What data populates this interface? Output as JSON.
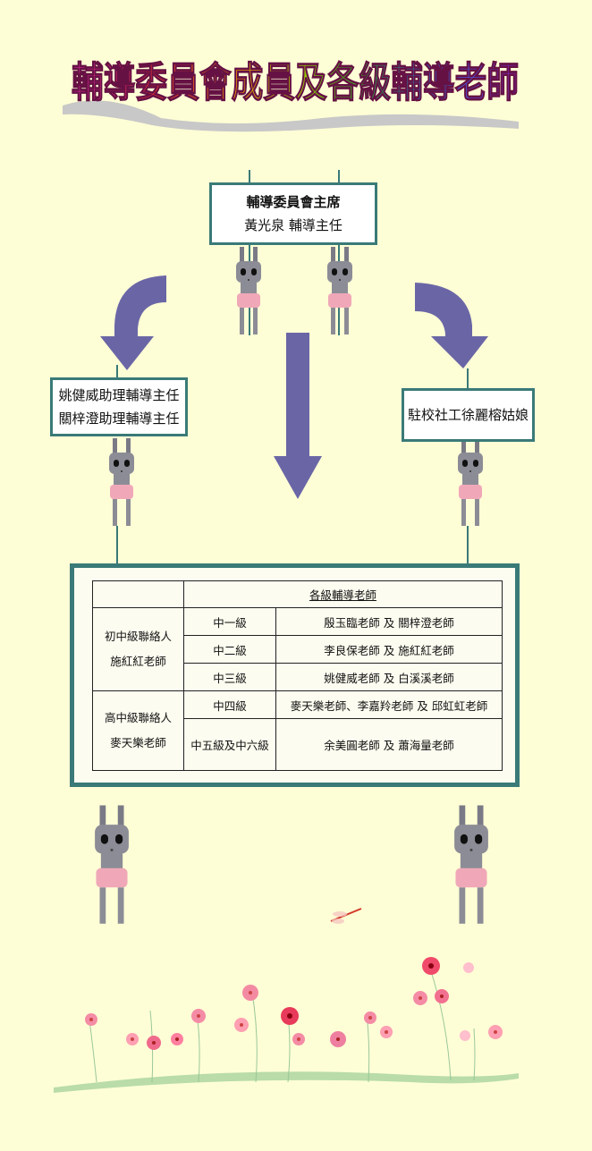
{
  "title": "輔導委員會成員及各級輔導老師",
  "chair": {
    "title": "輔導委員會主席",
    "name": "黃光泉  輔導主任"
  },
  "assistants": {
    "line1": "姚健威助理輔導主任",
    "line2": "關梓澄助理輔導主任"
  },
  "social_worker": "駐校社工徐麗榕姑娘",
  "grid": {
    "header": "各級輔導老師",
    "junior": {
      "role": "初中級聯絡人",
      "name": "施紅紅老師"
    },
    "senior": {
      "role": "高中級聯絡人",
      "name": "麥天樂老師"
    },
    "rows": [
      {
        "grade": "中一級",
        "teachers": "殷玉臨老師 及 關梓澄老師"
      },
      {
        "grade": "中二級",
        "teachers": "李良保老師 及 施紅紅老師"
      },
      {
        "grade": "中三級",
        "teachers": "姚健威老師 及 白溪溪老師"
      },
      {
        "grade": "中四級",
        "teachers": "麥天樂老師、李嘉羚老師 及 邱虹虹老師"
      },
      {
        "grade": "中五級及中六級",
        "teachers": "余美圓老師 及 蕭海量老師"
      }
    ]
  },
  "colors": {
    "sign_border": "#3a7a78",
    "arrow": "#6a66a6",
    "background": "#fefed6"
  }
}
